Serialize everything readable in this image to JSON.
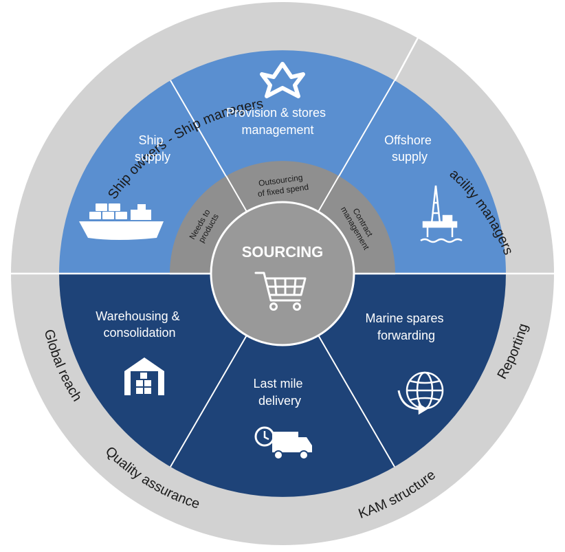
{
  "center": {
    "title": "SOURCING",
    "icon": "shopping-cart-icon"
  },
  "outer_ring": {
    "ship_owners": "Ship owners - Ship managers",
    "facility_managers": "Facility managers",
    "global_reach": "Global reach",
    "quality_assurance": "Quality assurance",
    "kam_structure": "KAM structure",
    "reporting": "Reporting"
  },
  "inner_ring": {
    "needs": [
      "Needs to",
      "products"
    ],
    "outsourcing": [
      "Outsourcing",
      "of fixed spend"
    ],
    "contract": [
      "Contract",
      "management"
    ]
  },
  "segments": {
    "ship_supply": {
      "lines": [
        "Ship",
        "supply"
      ],
      "icon": "container-ship-icon"
    },
    "provision": {
      "lines": [
        "Provision & stores",
        "management"
      ],
      "icon": "star-logo-icon"
    },
    "offshore": {
      "lines": [
        "Offshore",
        "supply"
      ],
      "icon": "oil-rig-icon"
    },
    "warehousing": {
      "lines": [
        "Warehousing &",
        "consolidation"
      ],
      "icon": "warehouse-icon"
    },
    "last_mile": {
      "lines": [
        "Last mile",
        "delivery"
      ],
      "icon": "delivery-truck-icon"
    },
    "marine_spares": {
      "lines": [
        "Marine spares",
        "forwarding"
      ],
      "icon": "globe-icon"
    }
  },
  "colors": {
    "outer_ring": "#d2d2d2",
    "upper_segments": "#5a8fd0",
    "lower_segments": "#1e4378",
    "inner_ring": "#8f8f8f",
    "center": "#999999"
  }
}
